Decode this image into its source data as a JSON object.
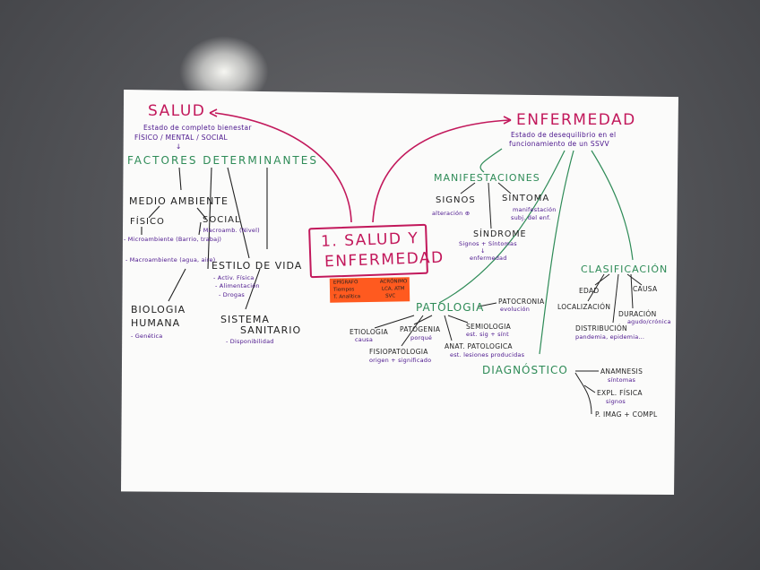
{
  "title": "1. SALUD Y ENFERMEDAD",
  "title_line1": "1. SALUD Y",
  "title_line2": "ENFERMEDAD",
  "salud": {
    "label": "SALUD",
    "def1": "Estado de completo bienestar",
    "def2": "FÍSICO / MENTAL / SOCIAL"
  },
  "factores": "FACTORES DETERMINANTES",
  "medio": {
    "label": "MEDIO AMBIENTE",
    "fisico": "FÍSICO",
    "social": "SOCIAL",
    "social_sub": "- Macroamb. (Nivel)",
    "micro": "- Microambiente (Barrio, trabaj)",
    "macro": "- Macroambiente (agua, aire)"
  },
  "estilo": {
    "label": "ESTILO DE VIDA",
    "i1": "- Activ. Física",
    "i2": "- Alimentación",
    "i3": "- Drogas"
  },
  "biologia": {
    "l1": "BIOLOGIA",
    "l2": "HUMANA",
    "sub": "- Genética"
  },
  "sistema": {
    "l1": "SISTEMA",
    "l2": "SANITARIO",
    "sub": "- Disponibilidad"
  },
  "enfermedad": {
    "label": "ENFERMEDAD",
    "def1": "Estado de desequilibrio en el",
    "def2": "funcionamiento de un SSVV"
  },
  "manifestaciones": {
    "label": "MANIFESTACIONES",
    "signos": "SIGNOS",
    "signos_sub": "alteración ⊕",
    "sintoma": "SINTOMA",
    "sintoma_sub1": "manifestación",
    "sintoma_sub2": "subj. del enf.",
    "sindrome": "SÍNDROME",
    "sindrome_sub1": "Signos + Síntomas",
    "sindrome_sub2": "↓",
    "sindrome_sub3": "enfermedad"
  },
  "patologia": {
    "label": "PATOLOGIA",
    "patocronia": "PATOCRONIA",
    "patocronia_sub": "evolución",
    "etiologia": "ETIOLOGIA",
    "etiologia_sub": "causa",
    "patogenia": "PATOGENIA",
    "patogenia_sub": "porqué",
    "semiologia": "SEMIOLOGIA",
    "semiologia_sub": "est. sig + sínt",
    "fisiopatologia": "FISIOPATOLOGIA",
    "fisiopatologia_sub": "origen + significado",
    "anatpatologica": "ANAT. PATOLOGICA",
    "anatpatologica_sub": "est. lesiones producidas"
  },
  "clasificacion": {
    "label": "CLASIFICACIÓN",
    "edad": "EDAD",
    "causa": "CAUSA",
    "localizacion": "LOCALIZACIÓN",
    "duracion": "DURACIÓN",
    "duracion_sub": "agudo/crónica",
    "distribucion": "DISTRIBUCIÓN",
    "distribucion_sub": "pandemia, epidemia..."
  },
  "diagnostico": {
    "label": "DIAGNÓSTICO",
    "anamnesis": "ANAMNESIS",
    "anamnesis_sub": "síntomas",
    "expl": "EXPL. FÍSICA",
    "expl_sub": "signos",
    "prueb": "P. IMAG + COMPL"
  },
  "sticker": {
    "a1": "EPÍGRAFO",
    "a2": "Tiempos",
    "a3": "T. Analítica",
    "b1": "ACRÓNIMO",
    "b2": "LCA. ATM",
    "b3": "SVC"
  },
  "colors": {
    "pink": "#c2185b",
    "purple": "#4a148c",
    "green": "#2e8b57",
    "orange": "#ff5a1f"
  }
}
